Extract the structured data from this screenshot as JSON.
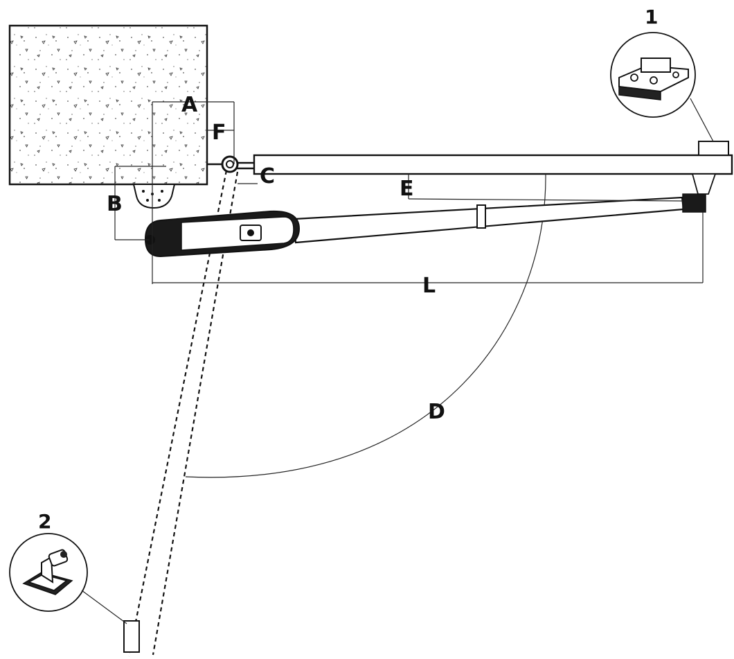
{
  "labels": {
    "a": "A",
    "b": "B",
    "c": "C",
    "d": "D",
    "e": "E",
    "f": "F",
    "l": "L"
  },
  "callouts": {
    "bracket_gate": "1",
    "bracket_post": "2"
  },
  "colors": {
    "ink": "#111111",
    "paper": "#ffffff",
    "actuator": "#1a1a1a"
  },
  "icons": {
    "bracket_gate": "gate-bracket-icon",
    "bracket_post": "post-bracket-icon"
  }
}
